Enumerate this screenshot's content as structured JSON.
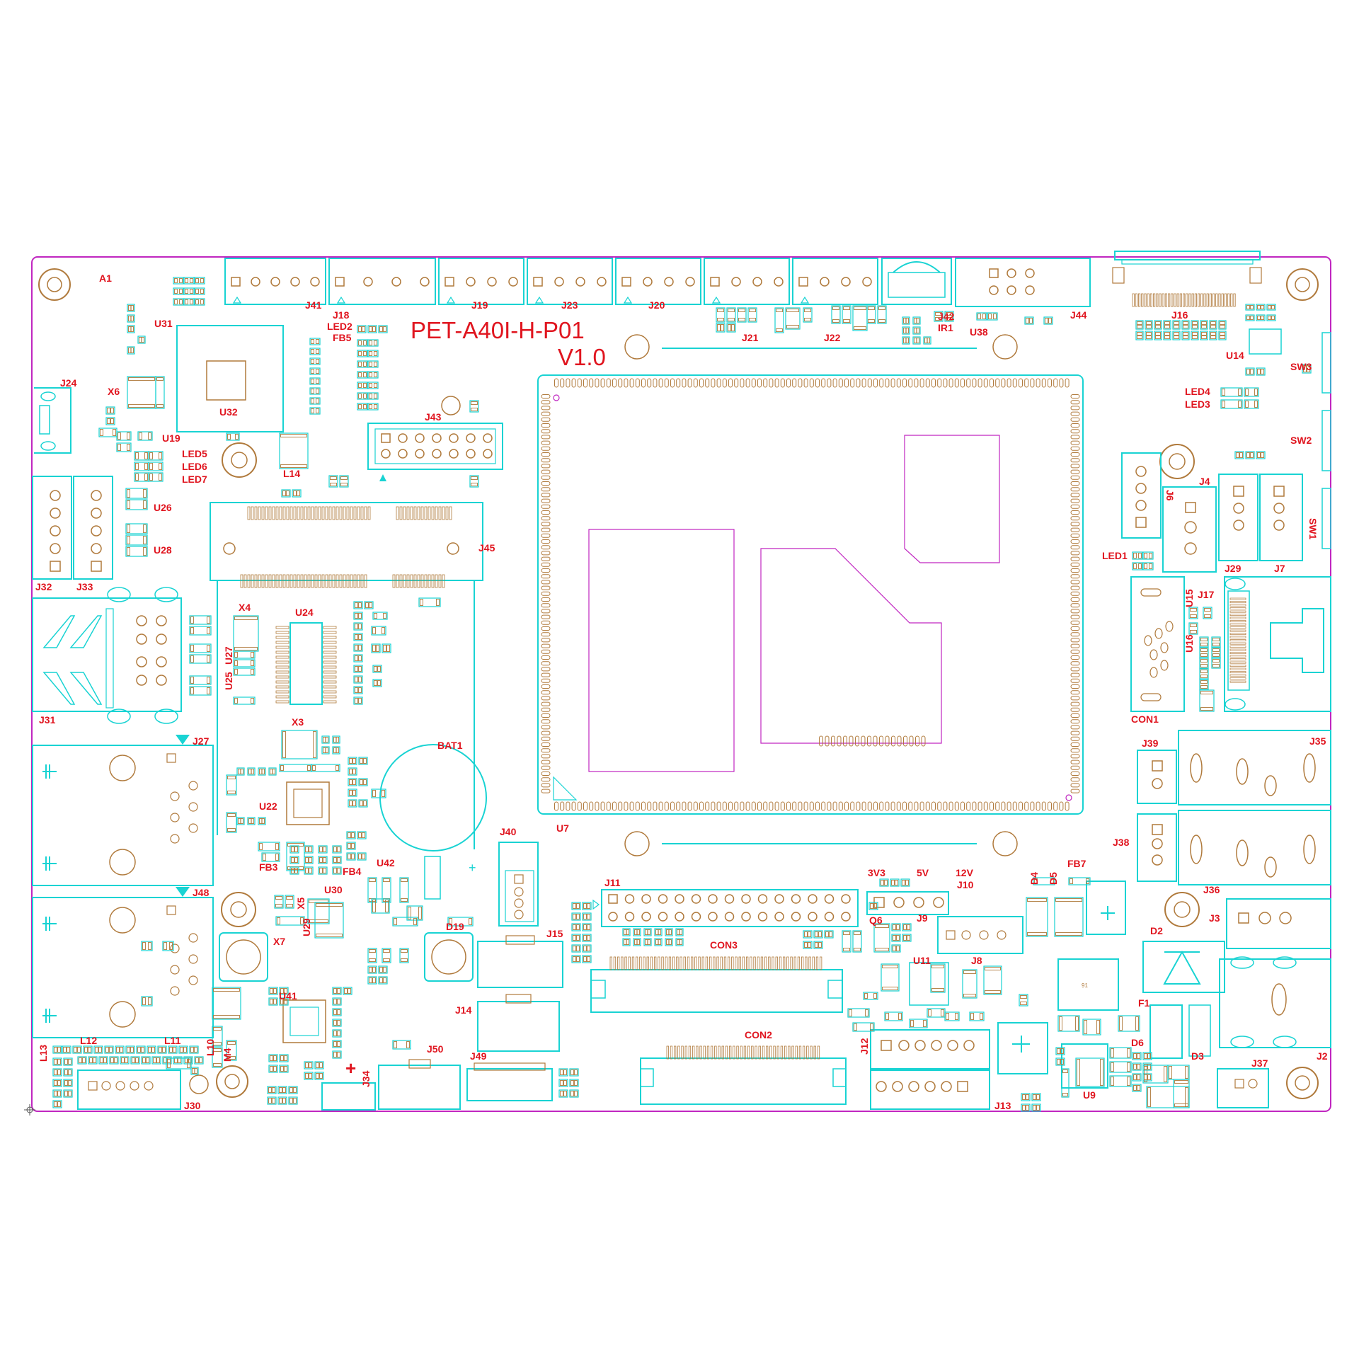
{
  "board": {
    "title": "PET-A40I-H-P01",
    "version": "V1.0"
  },
  "colors": {
    "outline": "#c026c0",
    "footprint": "#19d3d3",
    "pad": "#b07a3c",
    "label": "#e0151f"
  },
  "designators": [
    "A1",
    "U31",
    "U32",
    "X6",
    "U19",
    "LED5",
    "LED6",
    "LED7",
    "J24",
    "U26",
    "U28",
    "J32",
    "J33",
    "J31",
    "J27",
    "J48",
    "L13",
    "L12",
    "L11",
    "L10",
    "M4",
    "J30",
    "J41",
    "J18",
    "LED2",
    "FB5",
    "L14",
    "J43",
    "J45",
    "X4",
    "U24",
    "U27",
    "U25",
    "X3",
    "U22",
    "FB3",
    "FB4",
    "BAT1",
    "U42",
    "U30",
    "X5",
    "U29",
    "X7",
    "U41",
    "D19",
    "J40",
    "J15",
    "J14",
    "J50",
    "J49",
    "J34",
    "J19",
    "J23",
    "J20",
    "J21",
    "J22",
    "J42",
    "IR1",
    "U38",
    "J44",
    "J16",
    "U14",
    "SW3",
    "LED4",
    "LED3",
    "SW2",
    "J4",
    "J6",
    "SW1",
    "LED1",
    "J29",
    "J7",
    "U15",
    "J17",
    "U16",
    "CON1",
    "J39",
    "J35",
    "J38",
    "J36",
    "J3",
    "D2",
    "F1",
    "D3",
    "J2",
    "J37",
    "D6",
    "U9",
    "J13",
    "J12",
    "CON2",
    "CON3",
    "J11",
    "J10",
    "J9",
    "Q6",
    "U11",
    "J8",
    "D4",
    "D5",
    "FB7",
    "3V3",
    "5V",
    "12V",
    "U7"
  ]
}
